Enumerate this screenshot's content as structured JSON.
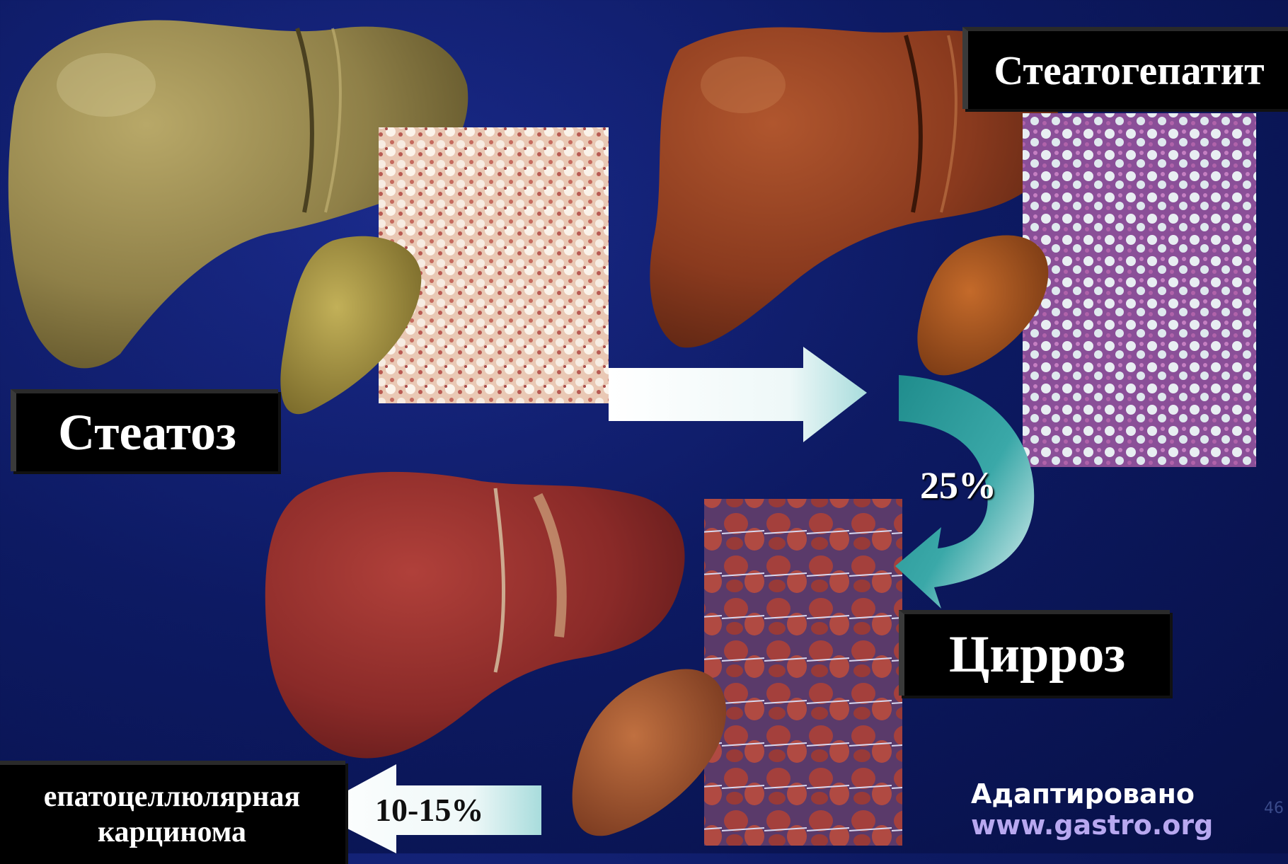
{
  "labels": {
    "steatosis": "Стеатоз",
    "steatohepatitis": "Стеатогепатит",
    "cirrhosis": "Цирроз",
    "hcc_line1": "епатоцеллюлярная",
    "hcc_line2": "карцинома"
  },
  "transitions": {
    "to_cirrhosis": "25%",
    "to_hcc": "10-15%"
  },
  "credit": {
    "line1": "Адаптировано",
    "line2": "www.gastro.org"
  },
  "page_number": "46",
  "colors": {
    "background": "#0d1a63",
    "label_bg": "#000000",
    "arrow_white": "#f4fbfb",
    "arrow_teal": "#2a9a9a",
    "credit_white": "#ffffff",
    "credit_lavender": "#b8a8f0"
  }
}
